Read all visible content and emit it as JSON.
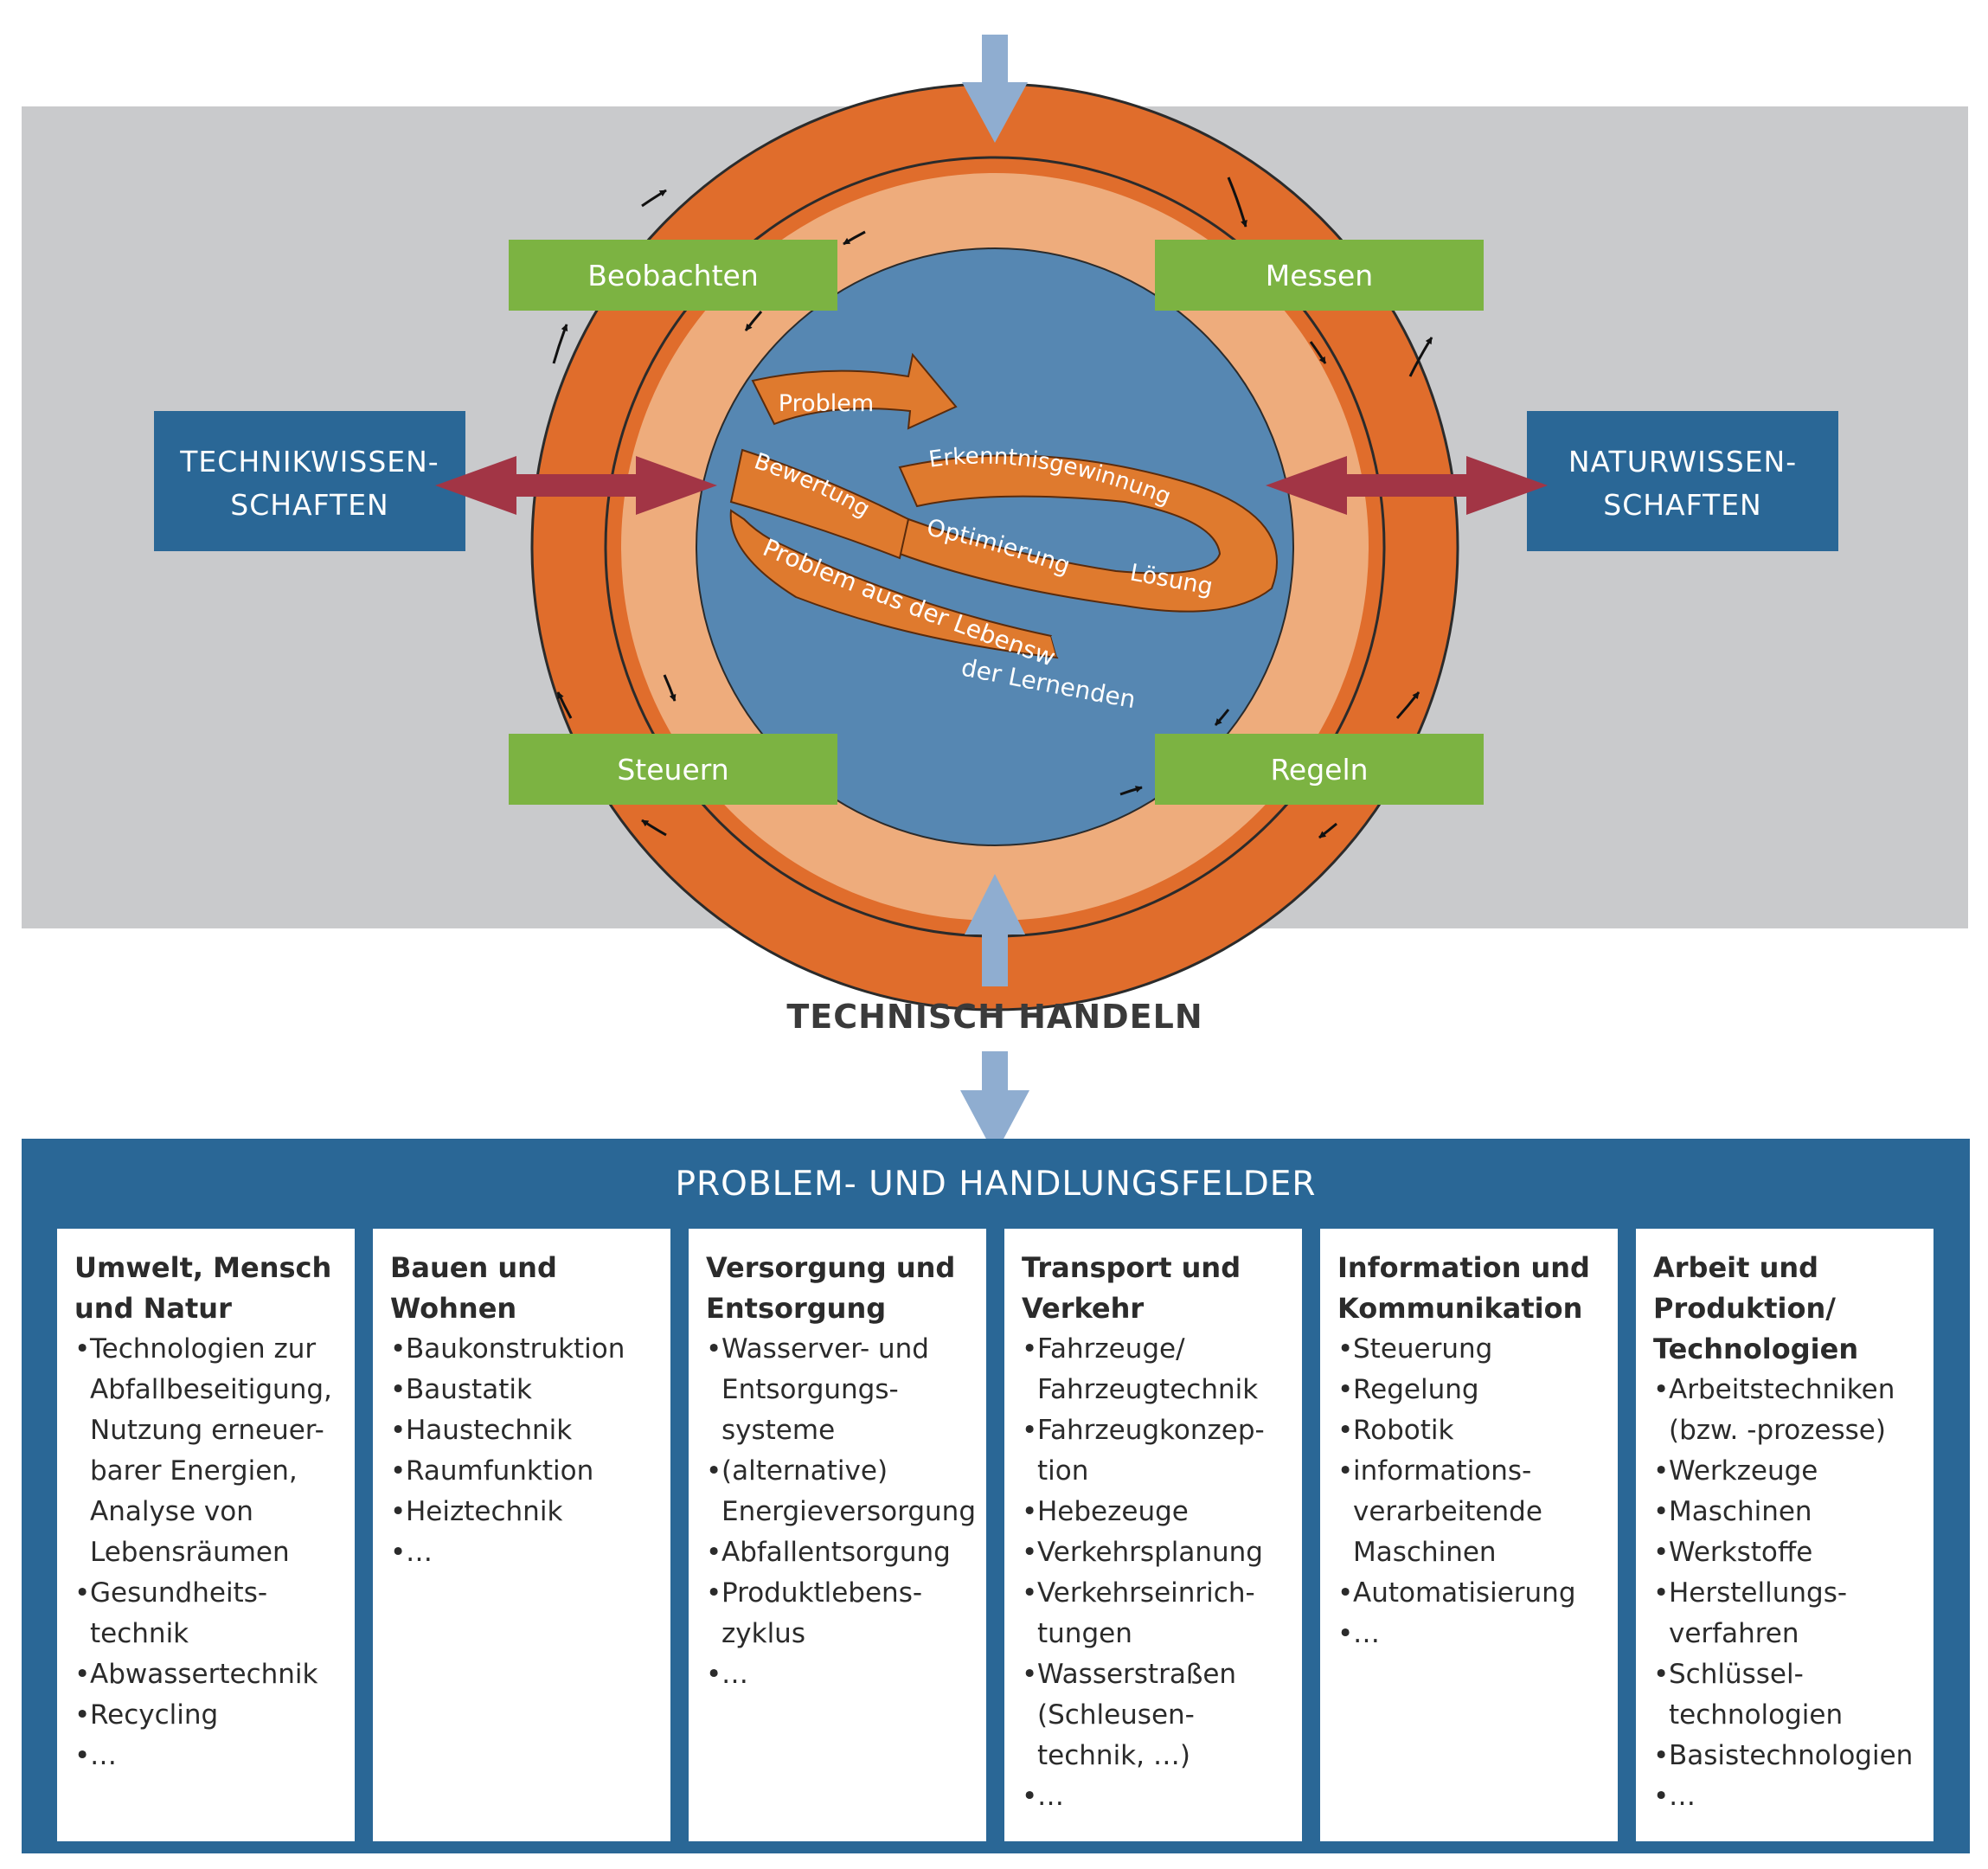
{
  "diagram": {
    "steps": {
      "beobachten": "Beobachten",
      "messen": "Messen",
      "steuern": "Steuern",
      "regeln": "Regeln"
    },
    "disciplines": {
      "left": [
        "TECHNIKWISSEN-",
        "SCHAFTEN"
      ],
      "right": [
        "NATURWISSEN-",
        "SCHAFTEN"
      ]
    },
    "spiral": {
      "problem": "Problem",
      "erkenntnis": "Erkenntnisgewinnung",
      "bewertung": "Bewertung",
      "optimierung": "Optimierung",
      "loesung": "Lösung",
      "lebenswelt": "Problem aus der Lebenswelt",
      "lernende": "der Lernenden"
    },
    "action_label": "TECHNISCH HANDELN",
    "colors": {
      "gray_band": "#c9cacc",
      "outer_ring": "#e06d2c",
      "inner_ring": "#eeac7c",
      "core": "#5687b2",
      "step_box": "#7cb342",
      "discipline_box": "#2a6796",
      "double_arrow": "#a23545",
      "flow_arrow": "#8fadd0",
      "spiral": "#df7a2e"
    }
  },
  "fields": {
    "title": "PROBLEM- UND HANDLUNGSFELDER",
    "columns": [
      {
        "title": [
          "Umwelt, Mensch",
          "und Natur"
        ],
        "items": [
          "Technologien zur\nAbfallbeseitigung,\nNutzung erneuer-\nbarer Energien,\nAnalyse von\nLebensräumen",
          "Gesundheits-\ntechnik",
          "Abwassertechnik",
          "Recycling",
          "…"
        ]
      },
      {
        "title": [
          "Bauen und",
          "Wohnen"
        ],
        "items": [
          "Baukonstruktion",
          "Baustatik",
          "Haustechnik",
          "Raumfunktion",
          "Heiztechnik",
          "…"
        ]
      },
      {
        "title": [
          "Versorgung und",
          "Entsorgung"
        ],
        "items": [
          "Wasserver- und\nEntsorgungs-\nsysteme",
          "(alternative)\nEnergieversorgung",
          "Abfallentsorgung",
          "Produktlebens-\nzyklus",
          "…"
        ]
      },
      {
        "title": [
          "Transport und",
          "Verkehr"
        ],
        "items": [
          "Fahrzeuge/\nFahrzeugtechnik",
          "Fahrzeugkonzep-\ntion",
          "Hebezeuge",
          "Verkehrsplanung",
          "Verkehrseinrich-\ntungen",
          "Wasserstraßen\n(Schleusen-\ntechnik, …)",
          "…"
        ]
      },
      {
        "title": [
          "Information und",
          "Kommunikation"
        ],
        "items": [
          "Steuerung",
          "Regelung",
          "Robotik",
          "informations-\nverarbeitende\nMaschinen",
          "Automatisierung",
          "…"
        ]
      },
      {
        "title": [
          "Arbeit und",
          "Produktion/",
          "Technologien"
        ],
        "items": [
          "Arbeitstechniken\n(bzw. -prozesse)",
          "Werkzeuge",
          "Maschinen",
          "Werkstoffe",
          "Herstellungs-\nverfahren",
          "Schlüssel-\ntechnologien",
          "Basistechnologien",
          "…"
        ]
      }
    ]
  }
}
